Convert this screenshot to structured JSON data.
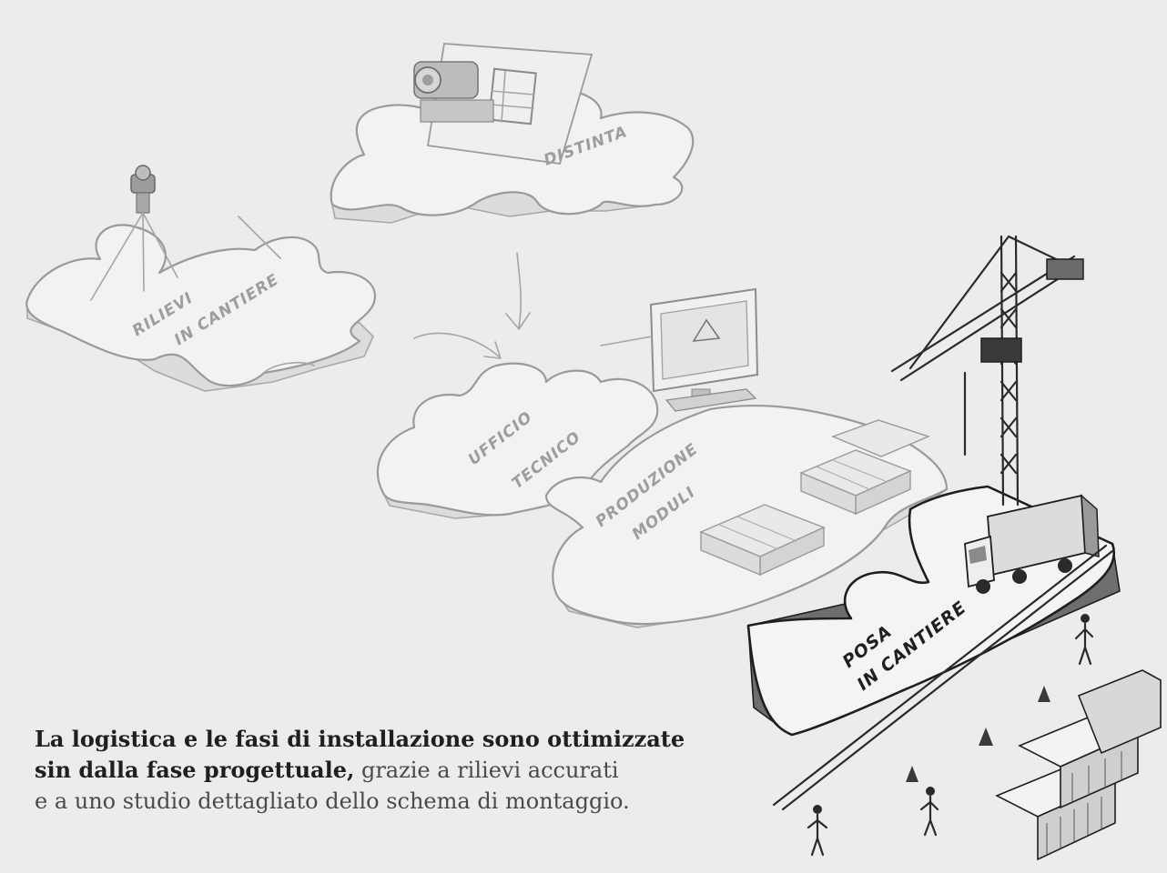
{
  "labels": {
    "rilievi_line1": "RILIEVI",
    "rilievi_line2": "IN CANTIERE",
    "distinta": "DISTINTA",
    "ufficio_line1": "UFFICIO",
    "ufficio_line2": "TECNICO",
    "produzione_line1": "PRODUZIONE",
    "produzione_line2": "MODULI",
    "posa_line1": "POSA",
    "posa_line2": "IN CANTIERE"
  },
  "caption": {
    "bold_line1": "La logistica e le fasi di installazione sono ottimizzate",
    "bold_line2": "sin dalla fase progettuale,",
    "regular_line2": " grazie a rilievi accurati",
    "regular_line3": "e a uno studio dettagliato dello schema di montaggio."
  }
}
